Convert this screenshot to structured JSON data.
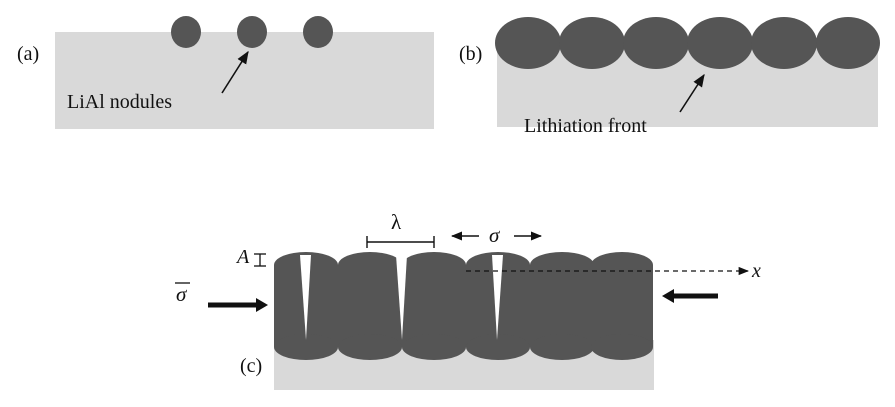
{
  "colors": {
    "substrate": "#d9d9d9",
    "nodule": "#555555",
    "ink": "#111111",
    "crack": "#ffffff"
  },
  "panel_a": {
    "label": "(a)",
    "annotation": "LiAl nodules",
    "nodule_count": 3
  },
  "panel_b": {
    "label": "(b)",
    "annotation": "Lithiation front",
    "nodule_count": 6
  },
  "panel_c": {
    "label": "(c)",
    "nodule_count": 6,
    "crack_count": 3,
    "amplitude_symbol": "A",
    "wavelength_symbol": "λ",
    "stress_symbol": "σ",
    "applied_stress_symbol": "σ",
    "axis_symbol": "x"
  }
}
